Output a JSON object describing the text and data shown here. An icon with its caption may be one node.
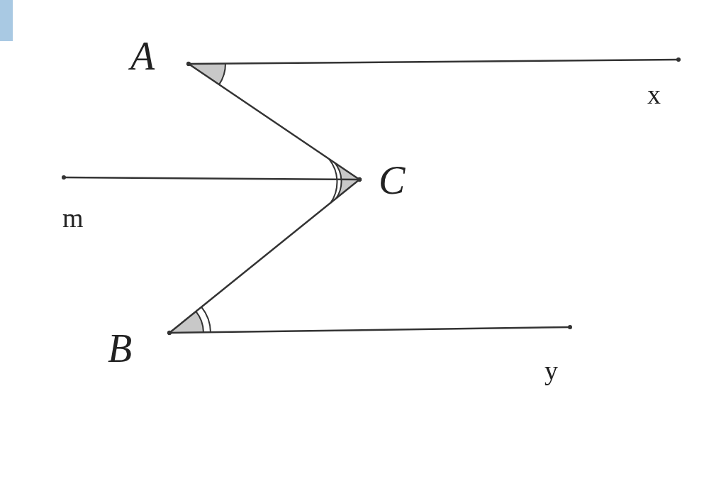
{
  "diagram": {
    "nodes": [
      {
        "text": [
          "A"
        ]
      },
      {
        "text": [
          "x"
        ]
      },
      {
        "text": [
          "C"
        ]
      },
      {
        "text": [
          "m"
        ]
      },
      {
        "text": [
          "B"
        ]
      },
      {
        "text": [
          "y"
        ]
      }
    ],
    "edges": [
      {
        "from": 0,
        "to": 1,
        "arrow": "other"
      },
      {
        "from": 0,
        "to": 2,
        "arrow": "other"
      },
      {
        "from": 3,
        "to": 2,
        "arrow": "other"
      },
      {
        "from": 2,
        "to": 4,
        "arrow": "other"
      },
      {
        "from": 4,
        "to": 5,
        "arrow": "other"
      }
    ]
  }
}
